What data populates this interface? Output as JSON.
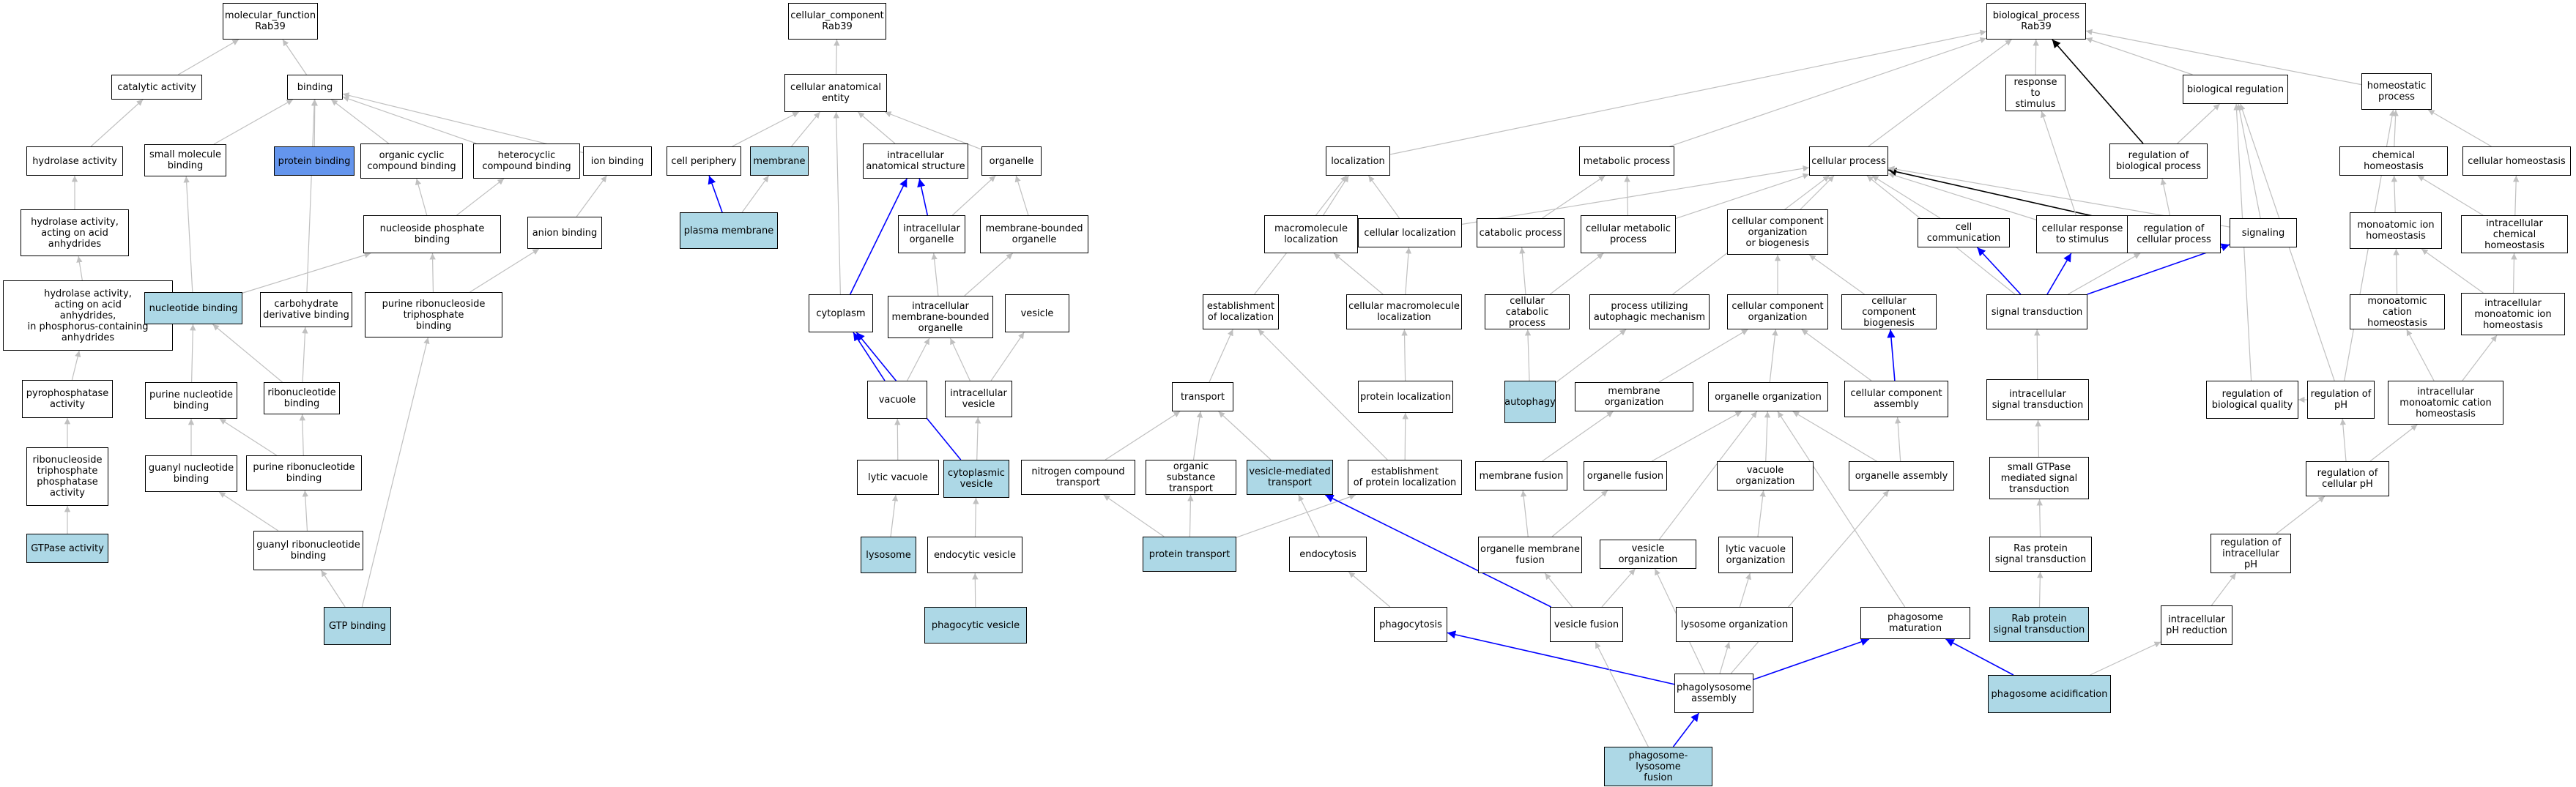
{
  "colors": {
    "edge_gray": "#c0c0c0",
    "edge_blue": "#0000ff",
    "edge_black": "#000000",
    "fill_light": "#add8e6",
    "fill_blue": "#6495ed"
  },
  "nodes": [
    {
      "id": "mf",
      "label": "molecular_function\nRab39",
      "fill": "white"
    },
    {
      "id": "cat",
      "label": "catalytic activity",
      "fill": "white"
    },
    {
      "id": "bind",
      "label": "binding",
      "fill": "white"
    },
    {
      "id": "hyd",
      "label": "hydrolase activity",
      "fill": "white"
    },
    {
      "id": "smb",
      "label": "small molecule\nbinding",
      "fill": "white"
    },
    {
      "id": "pb",
      "label": "protein binding",
      "fill": "blue"
    },
    {
      "id": "occb",
      "label": "organic cyclic\ncompound binding",
      "fill": "white"
    },
    {
      "id": "hcb",
      "label": "heterocyclic\ncompound binding",
      "fill": "white"
    },
    {
      "id": "ionb",
      "label": "ion binding",
      "fill": "white"
    },
    {
      "id": "hyd_acid",
      "label": "hydrolase activity,\nacting on acid\nanhydrides",
      "fill": "white"
    },
    {
      "id": "nucphos",
      "label": "nucleoside phosphate\nbinding",
      "fill": "white"
    },
    {
      "id": "anion",
      "label": "anion binding",
      "fill": "white"
    },
    {
      "id": "hyd_p",
      "label": "hydrolase activity,\nacting on acid\nanhydrides,\nin phosphorus-containing\nanhydrides",
      "fill": "white"
    },
    {
      "id": "nucb",
      "label": "nucleotide binding",
      "fill": "light"
    },
    {
      "id": "carb",
      "label": "carbohydrate\nderivative binding",
      "fill": "white"
    },
    {
      "id": "prtpb",
      "label": "purine ribonucleoside\ntriphosphate\nbinding",
      "fill": "white"
    },
    {
      "id": "pyro",
      "label": "pyrophosphatase\nactivity",
      "fill": "white"
    },
    {
      "id": "purnb",
      "label": "purine nucleotide\nbinding",
      "fill": "white"
    },
    {
      "id": "ribnb",
      "label": "ribonucleotide\nbinding",
      "fill": "white"
    },
    {
      "id": "rntp",
      "label": "ribonucleoside\ntriphosphate\nphosphatase\nactivity",
      "fill": "white"
    },
    {
      "id": "guanb",
      "label": "guanyl nucleotide\nbinding",
      "fill": "white"
    },
    {
      "id": "purrnb",
      "label": "purine ribonucleotide\nbinding",
      "fill": "white"
    },
    {
      "id": "gtpase",
      "label": "GTPase activity",
      "fill": "light"
    },
    {
      "id": "guanrb",
      "label": "guanyl ribonucleotide\nbinding",
      "fill": "white"
    },
    {
      "id": "gtpb",
      "label": "GTP binding",
      "fill": "light"
    },
    {
      "id": "cc",
      "label": "cellular_component\nRab39",
      "fill": "white"
    },
    {
      "id": "cae",
      "label": "cellular anatomical\nentity",
      "fill": "white"
    },
    {
      "id": "cper",
      "label": "cell periphery",
      "fill": "white"
    },
    {
      "id": "memb",
      "label": "membrane",
      "fill": "light"
    },
    {
      "id": "ias",
      "label": "intracellular\nanatomical structure",
      "fill": "white"
    },
    {
      "id": "org",
      "label": "organelle",
      "fill": "white"
    },
    {
      "id": "pm",
      "label": "plasma membrane",
      "fill": "light"
    },
    {
      "id": "iorg",
      "label": "intracellular\norganelle",
      "fill": "white"
    },
    {
      "id": "mbo",
      "label": "membrane-bounded\norganelle",
      "fill": "white"
    },
    {
      "id": "cyto",
      "label": "cytoplasm",
      "fill": "white"
    },
    {
      "id": "imbo",
      "label": "intracellular\nmembrane-bounded\norganelle",
      "fill": "white"
    },
    {
      "id": "ves",
      "label": "vesicle",
      "fill": "white"
    },
    {
      "id": "vac",
      "label": "vacuole",
      "fill": "white"
    },
    {
      "id": "ives",
      "label": "intracellular\nvesicle",
      "fill": "white"
    },
    {
      "id": "lvac",
      "label": "lytic vacuole",
      "fill": "white"
    },
    {
      "id": "cves",
      "label": "cytoplasmic\nvesicle",
      "fill": "light"
    },
    {
      "id": "lyso",
      "label": "lysosome",
      "fill": "light"
    },
    {
      "id": "endoves",
      "label": "endocytic vesicle",
      "fill": "white"
    },
    {
      "id": "phagoves",
      "label": "phagocytic vesicle",
      "fill": "light"
    },
    {
      "id": "bp",
      "label": "biological_process\nRab39",
      "fill": "white"
    },
    {
      "id": "resp",
      "label": "response to\nstimulus",
      "fill": "white"
    },
    {
      "id": "breg",
      "label": "biological regulation",
      "fill": "white"
    },
    {
      "id": "homeo",
      "label": "homeostatic\nprocess",
      "fill": "white"
    },
    {
      "id": "loc",
      "label": "localization",
      "fill": "white"
    },
    {
      "id": "metab",
      "label": "metabolic process",
      "fill": "white"
    },
    {
      "id": "cellp",
      "label": "cellular process",
      "fill": "white"
    },
    {
      "id": "regbp",
      "label": "regulation of\nbiological process",
      "fill": "white"
    },
    {
      "id": "chemh",
      "label": "chemical homeostasis",
      "fill": "white"
    },
    {
      "id": "cellh",
      "label": "cellular homeostasis",
      "fill": "white"
    },
    {
      "id": "macloc",
      "label": "macromolecule\nlocalization",
      "fill": "white"
    },
    {
      "id": "cloc",
      "label": "cellular localization",
      "fill": "white"
    },
    {
      "id": "catab",
      "label": "catabolic process",
      "fill": "white"
    },
    {
      "id": "cmetab",
      "label": "cellular metabolic\nprocess",
      "fill": "white"
    },
    {
      "id": "ccob",
      "label": "cellular component\norganization\nor biogenesis",
      "fill": "white"
    },
    {
      "id": "ccomm",
      "label": "cell communication",
      "fill": "white"
    },
    {
      "id": "crs",
      "label": "cellular response\nto stimulus",
      "fill": "white"
    },
    {
      "id": "regcp",
      "label": "regulation of\ncellular process",
      "fill": "white"
    },
    {
      "id": "signaling",
      "label": "signaling",
      "fill": "white"
    },
    {
      "id": "mih",
      "label": "monoatomic ion\nhomeostasis",
      "fill": "white"
    },
    {
      "id": "ich",
      "label": "intracellular\nchemical homeostasis",
      "fill": "white"
    },
    {
      "id": "estloc",
      "label": "establishment\nof localization",
      "fill": "white"
    },
    {
      "id": "cmloc",
      "label": "cellular macromolecule\nlocalization",
      "fill": "white"
    },
    {
      "id": "ccat",
      "label": "cellular catabolic\nprocess",
      "fill": "white"
    },
    {
      "id": "pam",
      "label": "process utilizing\nautophagic mechanism",
      "fill": "white"
    },
    {
      "id": "cco",
      "label": "cellular component\norganization",
      "fill": "white"
    },
    {
      "id": "ccb",
      "label": "cellular component\nbiogenesis",
      "fill": "white"
    },
    {
      "id": "sigtrans",
      "label": "signal transduction",
      "fill": "white"
    },
    {
      "id": "mch",
      "label": "monoatomic cation\nhomeostasis",
      "fill": "white"
    },
    {
      "id": "imih",
      "label": "intracellular\nmonoatomic ion\nhomeostasis",
      "fill": "white"
    },
    {
      "id": "transport",
      "label": "transport",
      "fill": "white"
    },
    {
      "id": "protloc",
      "label": "protein localization",
      "fill": "white"
    },
    {
      "id": "autoph",
      "label": "autophagy",
      "fill": "light"
    },
    {
      "id": "membo",
      "label": "membrane organization",
      "fill": "white"
    },
    {
      "id": "orgo",
      "label": "organelle organization",
      "fill": "white"
    },
    {
      "id": "cca",
      "label": "cellular component\nassembly",
      "fill": "white"
    },
    {
      "id": "ist",
      "label": "intracellular\nsignal transduction",
      "fill": "white"
    },
    {
      "id": "rbq",
      "label": "regulation of\nbiological quality",
      "fill": "white"
    },
    {
      "id": "regph",
      "label": "regulation of\npH",
      "fill": "white"
    },
    {
      "id": "imch",
      "label": "intracellular\nmonoatomic cation\nhomeostasis",
      "fill": "white"
    },
    {
      "id": "nct",
      "label": "nitrogen compound\ntransport",
      "fill": "white"
    },
    {
      "id": "ost",
      "label": "organic substance\ntransport",
      "fill": "white"
    },
    {
      "id": "vmt",
      "label": "vesicle-mediated\ntransport",
      "fill": "light"
    },
    {
      "id": "estprot",
      "label": "establishment\nof protein localization",
      "fill": "white"
    },
    {
      "id": "membf",
      "label": "membrane fusion",
      "fill": "white"
    },
    {
      "id": "orgf",
      "label": "organelle fusion",
      "fill": "white"
    },
    {
      "id": "vaco",
      "label": "vacuole organization",
      "fill": "white"
    },
    {
      "id": "orga",
      "label": "organelle assembly",
      "fill": "white"
    },
    {
      "id": "sgtp",
      "label": "small GTPase\nmediated signal\ntransduction",
      "fill": "white"
    },
    {
      "id": "regcph",
      "label": "regulation of\ncellular pH",
      "fill": "white"
    },
    {
      "id": "prott",
      "label": "protein transport",
      "fill": "light"
    },
    {
      "id": "endocyt",
      "label": "endocytosis",
      "fill": "white"
    },
    {
      "id": "omf",
      "label": "organelle membrane\nfusion",
      "fill": "white"
    },
    {
      "id": "veso",
      "label": "vesicle organization",
      "fill": "white"
    },
    {
      "id": "lvo",
      "label": "lytic vacuole\norganization",
      "fill": "white"
    },
    {
      "id": "ras",
      "label": "Ras protein\nsignal transduction",
      "fill": "white"
    },
    {
      "id": "regiph",
      "label": "regulation of\nintracellular\npH",
      "fill": "white"
    },
    {
      "id": "phagocyt",
      "label": "phagocytosis",
      "fill": "white"
    },
    {
      "id": "vesf",
      "label": "vesicle fusion",
      "fill": "white"
    },
    {
      "id": "lysoo",
      "label": "lysosome organization",
      "fill": "white"
    },
    {
      "id": "phmat",
      "label": "phagosome maturation",
      "fill": "white"
    },
    {
      "id": "rab",
      "label": "Rab protein\nsignal transduction",
      "fill": "light"
    },
    {
      "id": "iphred",
      "label": "intracellular\npH reduction",
      "fill": "white"
    },
    {
      "id": "phly",
      "label": "phagolysosome\nassembly",
      "fill": "white"
    },
    {
      "id": "phacid",
      "label": "phagosome acidification",
      "fill": "light"
    },
    {
      "id": "phlf",
      "label": "phagosome-lysosome\nfusion",
      "fill": "light"
    }
  ],
  "edges": [
    [
      "cat",
      "mf",
      "gray"
    ],
    [
      "bind",
      "mf",
      "gray"
    ],
    [
      "hyd",
      "cat",
      "gray"
    ],
    [
      "smb",
      "bind",
      "gray"
    ],
    [
      "pb",
      "bind",
      "gray"
    ],
    [
      "occb",
      "bind",
      "gray"
    ],
    [
      "hcb",
      "bind",
      "gray"
    ],
    [
      "ionb",
      "bind",
      "gray"
    ],
    [
      "carb",
      "bind",
      "gray"
    ],
    [
      "hyd_acid",
      "hyd",
      "gray"
    ],
    [
      "hyd_p",
      "hyd_acid",
      "gray"
    ],
    [
      "pyro",
      "hyd_p",
      "gray"
    ],
    [
      "rntp",
      "pyro",
      "gray"
    ],
    [
      "gtpase",
      "rntp",
      "gray"
    ],
    [
      "nucphos",
      "occb",
      "gray"
    ],
    [
      "nucphos",
      "hcb",
      "gray"
    ],
    [
      "anion",
      "ionb",
      "gray"
    ],
    [
      "nucb",
      "smb",
      "gray"
    ],
    [
      "nucb",
      "nucphos",
      "gray"
    ],
    [
      "prtpb",
      "nucphos",
      "gray"
    ],
    [
      "prtpb",
      "anion",
      "gray"
    ],
    [
      "purnb",
      "nucb",
      "gray"
    ],
    [
      "ribnb",
      "nucb",
      "gray"
    ],
    [
      "ribnb",
      "carb",
      "gray"
    ],
    [
      "guanb",
      "purnb",
      "gray"
    ],
    [
      "purrnb",
      "purnb",
      "gray"
    ],
    [
      "purrnb",
      "ribnb",
      "gray"
    ],
    [
      "guanrb",
      "guanb",
      "gray"
    ],
    [
      "guanrb",
      "purrnb",
      "gray"
    ],
    [
      "gtpb",
      "guanrb",
      "gray"
    ],
    [
      "gtpb",
      "prtpb",
      "gray"
    ],
    [
      "cae",
      "cc",
      "gray"
    ],
    [
      "cper",
      "cae",
      "gray"
    ],
    [
      "memb",
      "cae",
      "gray"
    ],
    [
      "ias",
      "cae",
      "gray"
    ],
    [
      "org",
      "cae",
      "gray"
    ],
    [
      "cyto",
      "cae",
      "gray"
    ],
    [
      "pm",
      "cper",
      "blue"
    ],
    [
      "pm",
      "memb",
      "gray"
    ],
    [
      "iorg",
      "ias",
      "blue"
    ],
    [
      "iorg",
      "org",
      "gray"
    ],
    [
      "mbo",
      "org",
      "gray"
    ],
    [
      "cyto",
      "ias",
      "blue"
    ],
    [
      "imbo",
      "iorg",
      "gray"
    ],
    [
      "imbo",
      "mbo",
      "gray"
    ],
    [
      "vac",
      "imbo",
      "gray"
    ],
    [
      "vac",
      "cyto",
      "blue"
    ],
    [
      "ives",
      "imbo",
      "gray"
    ],
    [
      "ives",
      "ves",
      "gray"
    ],
    [
      "lvac",
      "vac",
      "gray"
    ],
    [
      "lyso",
      "lvac",
      "gray"
    ],
    [
      "cves",
      "ives",
      "gray"
    ],
    [
      "cves",
      "cyto",
      "blue"
    ],
    [
      "endoves",
      "cves",
      "gray"
    ],
    [
      "phagoves",
      "endoves",
      "gray"
    ],
    [
      "resp",
      "bp",
      "gray"
    ],
    [
      "breg",
      "bp",
      "gray"
    ],
    [
      "homeo",
      "bp",
      "gray"
    ],
    [
      "loc",
      "bp",
      "gray"
    ],
    [
      "metab",
      "bp",
      "gray"
    ],
    [
      "cellp",
      "bp",
      "gray"
    ],
    [
      "regbp",
      "bp",
      "black"
    ],
    [
      "regbp",
      "breg",
      "gray"
    ],
    [
      "chemh",
      "homeo",
      "gray"
    ],
    [
      "cellh",
      "homeo",
      "gray"
    ],
    [
      "macloc",
      "loc",
      "gray"
    ],
    [
      "cloc",
      "loc",
      "gray"
    ],
    [
      "estloc",
      "loc",
      "gray"
    ],
    [
      "catab",
      "metab",
      "gray"
    ],
    [
      "cmetab",
      "metab",
      "gray"
    ],
    [
      "cmetab",
      "cellp",
      "gray"
    ],
    [
      "ccob",
      "cellp",
      "gray"
    ],
    [
      "cloc",
      "cellp",
      "gray"
    ],
    [
      "ccomm",
      "cellp",
      "gray"
    ],
    [
      "crs",
      "cellp",
      "gray"
    ],
    [
      "regcp",
      "cellp",
      "black"
    ],
    [
      "signaling",
      "cellp",
      "gray"
    ],
    [
      "pam",
      "cellp",
      "gray"
    ],
    [
      "sigtrans",
      "cellp",
      "gray"
    ],
    [
      "crs",
      "resp",
      "gray"
    ],
    [
      "regcp",
      "regbp",
      "gray"
    ],
    [
      "signaling",
      "breg",
      "gray"
    ],
    [
      "rbq",
      "breg",
      "gray"
    ],
    [
      "regph",
      "breg",
      "gray"
    ],
    [
      "mih",
      "chemh",
      "gray"
    ],
    [
      "ich",
      "chemh",
      "gray"
    ],
    [
      "ich",
      "cellh",
      "gray"
    ],
    [
      "cmloc",
      "macloc",
      "gray"
    ],
    [
      "cmloc",
      "cloc",
      "gray"
    ],
    [
      "ccat",
      "catab",
      "gray"
    ],
    [
      "ccat",
      "cmetab",
      "gray"
    ],
    [
      "cco",
      "ccob",
      "gray"
    ],
    [
      "ccb",
      "ccob",
      "gray"
    ],
    [
      "sigtrans",
      "ccomm",
      "blue"
    ],
    [
      "sigtrans",
      "crs",
      "blue"
    ],
    [
      "sigtrans",
      "regcp",
      "gray"
    ],
    [
      "sigtrans",
      "signaling",
      "blue"
    ],
    [
      "mch",
      "mih",
      "gray"
    ],
    [
      "imih",
      "mih",
      "gray"
    ],
    [
      "imih",
      "ich",
      "gray"
    ],
    [
      "transport",
      "estloc",
      "gray"
    ],
    [
      "protloc",
      "cmloc",
      "gray"
    ],
    [
      "autoph",
      "ccat",
      "gray"
    ],
    [
      "autoph",
      "pam",
      "gray"
    ],
    [
      "membo",
      "cco",
      "gray"
    ],
    [
      "orgo",
      "cco",
      "gray"
    ],
    [
      "cca",
      "cco",
      "gray"
    ],
    [
      "cca",
      "ccb",
      "blue"
    ],
    [
      "ist",
      "sigtrans",
      "gray"
    ],
    [
      "imch",
      "mch",
      "gray"
    ],
    [
      "imch",
      "imih",
      "gray"
    ],
    [
      "regph",
      "rbq",
      "gray"
    ],
    [
      "regph",
      "homeo",
      "gray"
    ],
    [
      "regcph",
      "regph",
      "gray"
    ],
    [
      "regcph",
      "imch",
      "gray"
    ],
    [
      "nct",
      "transport",
      "gray"
    ],
    [
      "ost",
      "transport",
      "gray"
    ],
    [
      "vmt",
      "transport",
      "gray"
    ],
    [
      "estprot",
      "estloc",
      "gray"
    ],
    [
      "estprot",
      "protloc",
      "gray"
    ],
    [
      "membf",
      "membo",
      "gray"
    ],
    [
      "orgf",
      "orgo",
      "gray"
    ],
    [
      "vaco",
      "orgo",
      "gray"
    ],
    [
      "orga",
      "orgo",
      "gray"
    ],
    [
      "orga",
      "cca",
      "gray"
    ],
    [
      "sgtp",
      "ist",
      "gray"
    ],
    [
      "prott",
      "nct",
      "gray"
    ],
    [
      "prott",
      "ost",
      "gray"
    ],
    [
      "prott",
      "estprot",
      "gray"
    ],
    [
      "endocyt",
      "vmt",
      "gray"
    ],
    [
      "omf",
      "membf",
      "gray"
    ],
    [
      "omf",
      "orgf",
      "gray"
    ],
    [
      "veso",
      "orgo",
      "gray"
    ],
    [
      "lvo",
      "vaco",
      "gray"
    ],
    [
      "ras",
      "sgtp",
      "gray"
    ],
    [
      "regiph",
      "regcph",
      "gray"
    ],
    [
      "phagocyt",
      "endocyt",
      "gray"
    ],
    [
      "vesf",
      "omf",
      "gray"
    ],
    [
      "vesf",
      "veso",
      "gray"
    ],
    [
      "vesf",
      "vmt",
      "blue"
    ],
    [
      "lysoo",
      "lvo",
      "gray"
    ],
    [
      "phmat",
      "orgo",
      "gray"
    ],
    [
      "rab",
      "ras",
      "gray"
    ],
    [
      "iphred",
      "regiph",
      "gray"
    ],
    [
      "phly",
      "phagocyt",
      "blue"
    ],
    [
      "phly",
      "phmat",
      "blue"
    ],
    [
      "phly",
      "orga",
      "gray"
    ],
    [
      "phly",
      "veso",
      "gray"
    ],
    [
      "phly",
      "lysoo",
      "gray"
    ],
    [
      "phacid",
      "phmat",
      "blue"
    ],
    [
      "phacid",
      "iphred",
      "gray"
    ],
    [
      "phlf",
      "phly",
      "blue"
    ],
    [
      "phlf",
      "vesf",
      "gray"
    ]
  ]
}
